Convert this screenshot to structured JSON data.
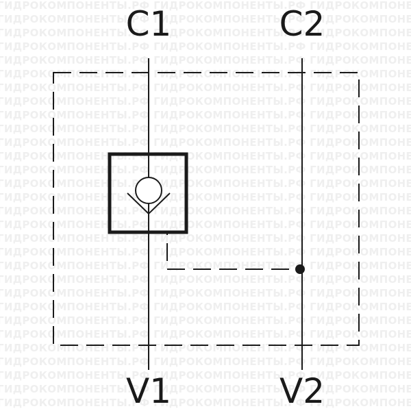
{
  "watermark": {
    "text": "ГИДРОКОМПОНЕНТЫ.РФ"
  },
  "ports": {
    "c1": "C1",
    "c2": "C2",
    "v1": "V1",
    "v2": "V2"
  },
  "colors": {
    "line": "#1a1a1a",
    "watermark": "#efefef",
    "background": "#ffffff"
  },
  "symbols": {
    "check_valve": "check-valve-icon",
    "junction": "junction-dot-icon"
  }
}
